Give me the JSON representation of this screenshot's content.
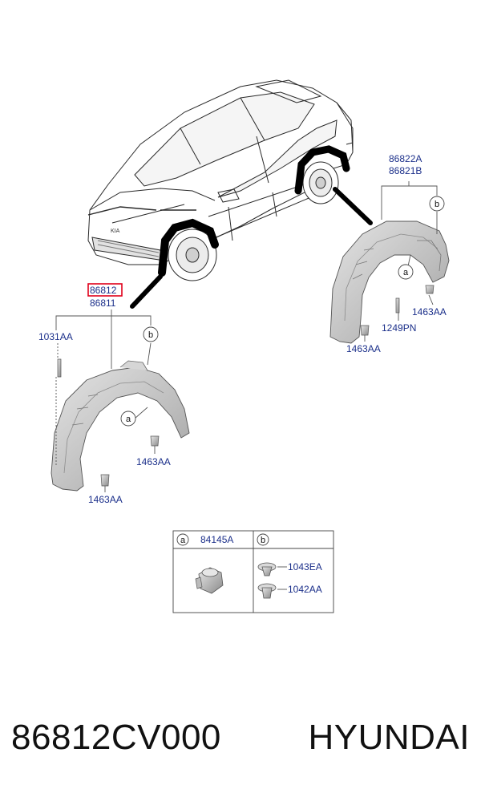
{
  "labels": {
    "rr_a": "86822A",
    "rr_b": "86821B",
    "fr_a": "86812",
    "fr_b": "86811",
    "clip_1031": "1031AA",
    "fr_1463_upper": "1463AA",
    "fr_1463_lower": "1463AA",
    "rr_1463_upper": "1463AA",
    "rr_1463_lower": "1463AA",
    "rr_1249": "1249PN"
  },
  "callouts": {
    "a": "a",
    "b": "b"
  },
  "legend": {
    "col_a_key": "a",
    "col_a_part": "84145A",
    "col_b_key": "b",
    "col_b_part_1": "1043EA",
    "col_b_part_2": "1042AA"
  },
  "footer": {
    "part_number": "86812CV000",
    "brand": "HYUNDAI"
  },
  "colors": {
    "label_blue": "#1b2f8a",
    "highlight_red": "#e0001b",
    "part_gray": "#c9c9c9"
  }
}
